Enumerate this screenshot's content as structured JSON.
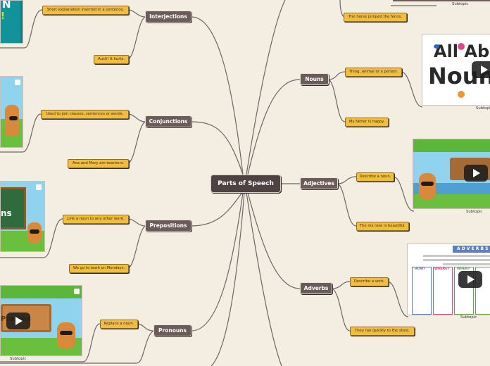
{
  "central": "Parts of Speech",
  "branches": {
    "interjections": "Interjections",
    "conjunctions": "Conjunctions",
    "prepositions": "Prepositions",
    "pronouns": "Pronouns",
    "nouns": "Nouns",
    "adjectives": "Adjectives",
    "adverbs": "Adverbs"
  },
  "notes": {
    "interj_1": "Short explanation inserted in a sentence.",
    "interj_2": "Auch! It hurts.",
    "conj_1": "Used to join clauses, sentences or words.",
    "conj_2": "Ana and Mary are teachers.",
    "prep_1": "Link a noun to any other word.",
    "prep_2": "We go to work on Mondays.",
    "pron_1": "Replace a noun.",
    "nouns_top": "The horse jumped the fence.",
    "nouns_1": "Thing, animal or a person.",
    "nouns_2": "My father is happy.",
    "adj_1": "Describe a noun.",
    "adj_2": "The res rose is beautiful.",
    "adv_1": "Describe a verb.",
    "adv_2": "They ran quickly to the store."
  },
  "subtopic": "Subtopic",
  "thumbs": {
    "interj_fragment": "N",
    "prep_board": "ns",
    "pron_board": "Pro  uns",
    "nouns_line1": "All Ab",
    "nouns_line2": "Noun",
    "adverbs_title": "A D V E R B S",
    "adverbs_cols": [
      "HOW?",
      "WHERE?",
      "WHEN?"
    ]
  },
  "colors": {
    "background": "#f3ede2",
    "topic": "#6b5b59",
    "central": "#4e4342",
    "note": "#f1bd3d",
    "line": "#6e6664"
  }
}
